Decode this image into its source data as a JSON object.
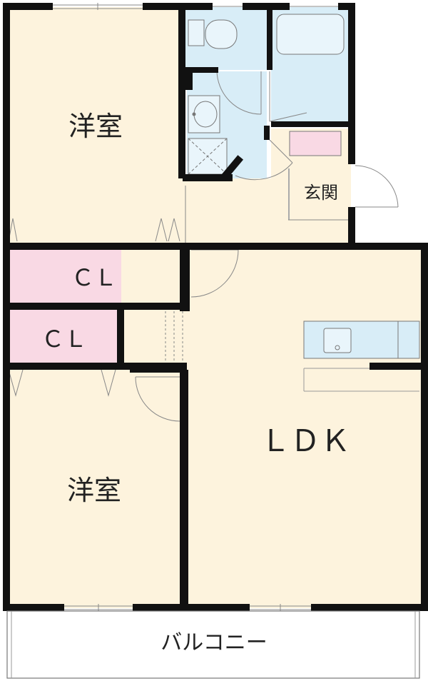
{
  "rooms": {
    "western_top": "洋室",
    "western_bottom": "洋室",
    "closet_1": "ＣＬ",
    "closet_2": "ＣＬ",
    "entrance": "玄関",
    "ldk": "ＬＤＫ",
    "balcony": "バルコニー"
  },
  "colors": {
    "floor": "#fdf3dd",
    "closet": "#f9d9e4",
    "wet_area": "#d8edf7",
    "wall": "#111111",
    "door_arc": "#888888"
  }
}
